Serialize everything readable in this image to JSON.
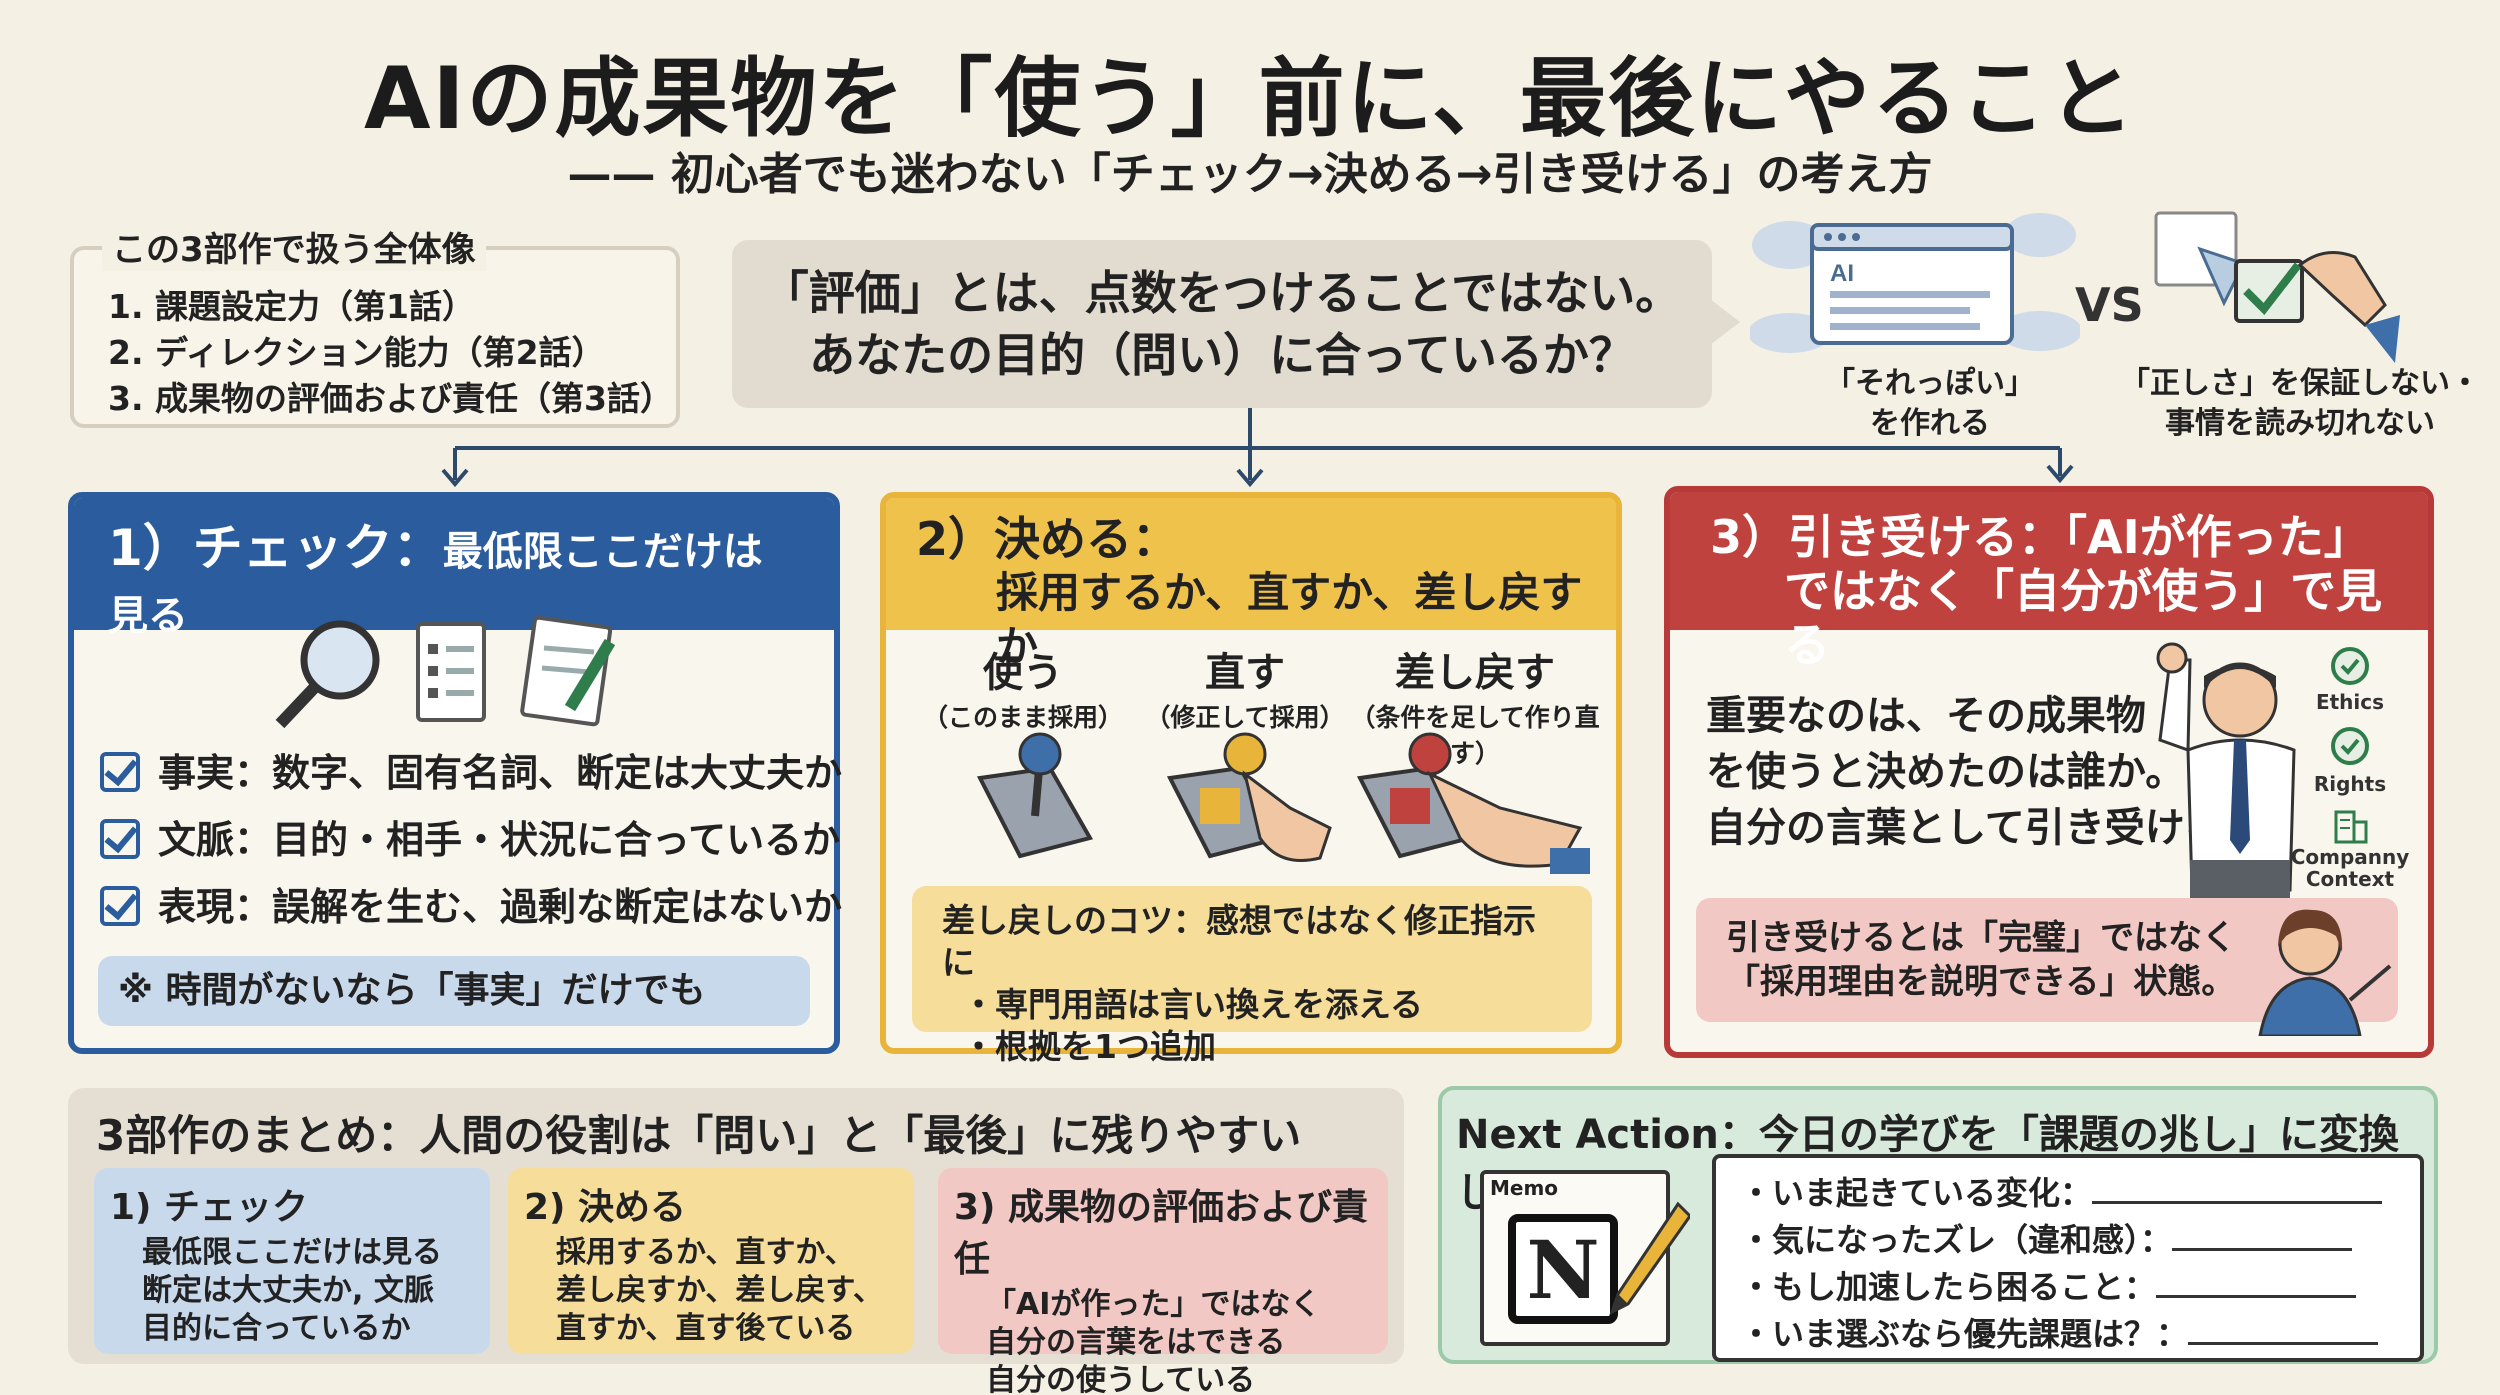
{
  "header": {
    "title": "AIの成果物を「使う」前に、最後にやること",
    "subtitle": "—— 初心者でも迷わない「チェック→決める→引き受ける」の考え方"
  },
  "overview": {
    "label": "この3部作で扱う全体像",
    "items": [
      "1. 課題設定力（第1話）",
      "2. ディレクション能力（第2話）",
      "3. 成果物の評価および責任（第3話）"
    ]
  },
  "evaluation": {
    "line1": "「評価」とは、点数をつけることではない。",
    "line2": "あなたの目的（問い）に合っているか？"
  },
  "comparison": {
    "ai_window_label": "AI",
    "ai_caption_1": "「それっぽい」",
    "ai_caption_2": "を作れる",
    "vs": "VS",
    "human_caption_1": "「正しさ」を保証しない・",
    "human_caption_2": "事情を読み切れない"
  },
  "card_check": {
    "heading": "1）チェック：",
    "heading_small": "最低限ここだけは見る",
    "items": [
      "事実：数字、固有名詞、断定は大丈夫か",
      "文脈：目的・相手・状況に合っているか",
      "表現：誤解を生む、過剰な断定はないか"
    ],
    "note": "※ 時間がないなら「事実」だけでも"
  },
  "card_decide": {
    "heading_1": "2）決める：",
    "heading_2": "採用するか、直すか、差し戻すか",
    "options": [
      {
        "label": "使う",
        "sub": "（このまま採用）",
        "color": "#3f6fa8"
      },
      {
        "label": "直す",
        "sub": "（修正して採用）",
        "color": "#e8b43a"
      },
      {
        "label": "差し戻す",
        "sub": "（条件を足して作り直す）",
        "color": "#c0423e"
      }
    ],
    "tip_title": "差し戻しのコツ：感想ではなく修正指示に",
    "tip_items": [
      "・専門用語は言い換えを添える",
      "・根拠を1つ追加"
    ]
  },
  "card_own": {
    "heading_1": "3）引き受ける：「AIが作った」",
    "heading_2": "ではなく「自分が使う」で見る",
    "body": [
      "重要なのは、その成果物",
      "を使うと決めたのは誰か。",
      "自分の言葉として引き受ける。"
    ],
    "icons": [
      "Ethics",
      "Rights",
      "Companny Context"
    ],
    "note_1": "引き受けるとは「完璧」ではなく",
    "note_2": "「採用理由を説明できる」状態。"
  },
  "summary": {
    "title": "3部作のまとめ：人間の役割は「問い」と「最後」に残りやすい",
    "boxes": [
      {
        "head": "1) チェック",
        "lines": [
          "最低限ここだけは見る",
          "断定は大丈夫か, 文脈",
          "目的に合っているか"
        ],
        "color": "#c9d9ec"
      },
      {
        "head": "2) 決める",
        "lines": [
          "採用するか、直すか、",
          "差し戻すか、差し戻す、",
          "直すか、直す後ている"
        ],
        "color": "#f6dd9a"
      },
      {
        "head": "3) 成果物の評価および責任",
        "lines": [
          "「AIが作った」ではなく",
          "自分の言葉をはできる",
          "自分の使うしている"
        ],
        "color": "#f2c8c4"
      }
    ]
  },
  "next_action": {
    "title": "Next Action：今日の学びを「課題の兆し」に変換して残す",
    "memo_label": "Memo",
    "logo_letter": "N",
    "items": [
      "・いま起きている変化：",
      "・気になったズレ（違和感）：",
      "・もし加速したら困ること：",
      "・いま選ぶなら優先課題は？："
    ]
  },
  "colors": {
    "blue": "#2b5d9e",
    "yellow": "#efc24b",
    "red": "#c0423e",
    "green": "#d7eadb",
    "background": "#f5f0e4"
  }
}
